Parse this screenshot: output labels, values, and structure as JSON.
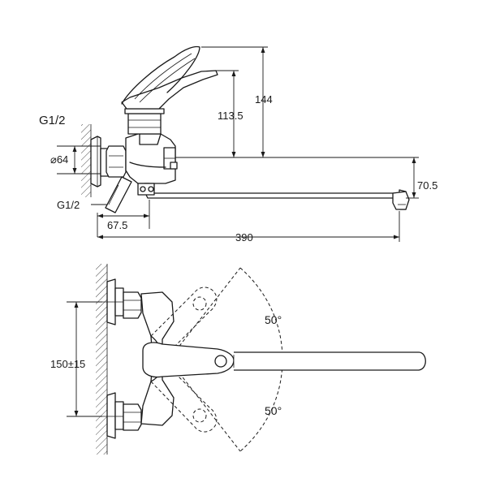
{
  "side_view": {
    "thread_top": "G1/2",
    "diameter": "⌀64",
    "thread_bottom": "G1/2",
    "offset": "67.5",
    "overall_length": "390",
    "height_total": "144",
    "height_body": "113.5",
    "spout_height": "70.5"
  },
  "top_view": {
    "center_distance": "150±15",
    "swivel_angle_upper": "50°",
    "swivel_angle_lower": "50°"
  }
}
